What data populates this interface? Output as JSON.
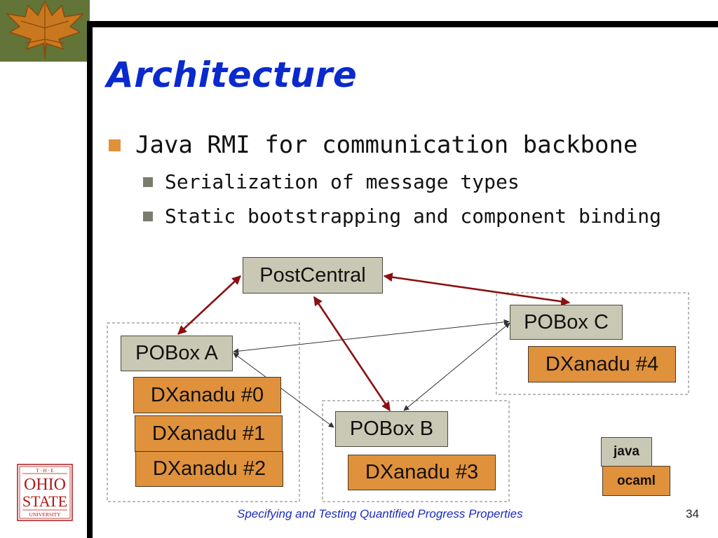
{
  "slide": {
    "title": "Architecture",
    "bullets": [
      "Java RMI for communication backbone",
      "Serialization of message types",
      "Static bootstrapping and component binding"
    ]
  },
  "diagram": {
    "nodes": {
      "postcentral": "PostCentral",
      "pobox_a": "POBox A",
      "pobox_b": "POBox B",
      "pobox_c": "POBox C",
      "dx0": "DXanadu #0",
      "dx1": "DXanadu #1",
      "dx2": "DXanadu #2",
      "dx3": "DXanadu #3",
      "dx4": "DXanadu #4"
    },
    "legend": {
      "java": "java",
      "ocaml": "ocaml"
    },
    "edges": [
      {
        "from": "PostCentral",
        "to": "POBox A",
        "style": "bold"
      },
      {
        "from": "PostCentral",
        "to": "POBox B",
        "style": "bold"
      },
      {
        "from": "PostCentral",
        "to": "POBox C",
        "style": "bold"
      },
      {
        "from": "POBox A",
        "to": "POBox C",
        "style": "thin"
      },
      {
        "from": "POBox A",
        "to": "POBox B",
        "style": "thin"
      },
      {
        "from": "POBox B",
        "to": "POBox C",
        "style": "thin"
      }
    ]
  },
  "footer": {
    "text": "Specifying and Testing Quantified Progress Properties",
    "page_number": "34"
  },
  "logo": {
    "lines": [
      "T · H · E",
      "OHIO",
      "STATE",
      "UNIVERSITY"
    ]
  },
  "colors": {
    "title": "#0a2acd",
    "java_box": "#c9c8b4",
    "ocaml_box": "#e0913c",
    "bold_arrow": "#8b1010",
    "logo": "#b01818"
  }
}
